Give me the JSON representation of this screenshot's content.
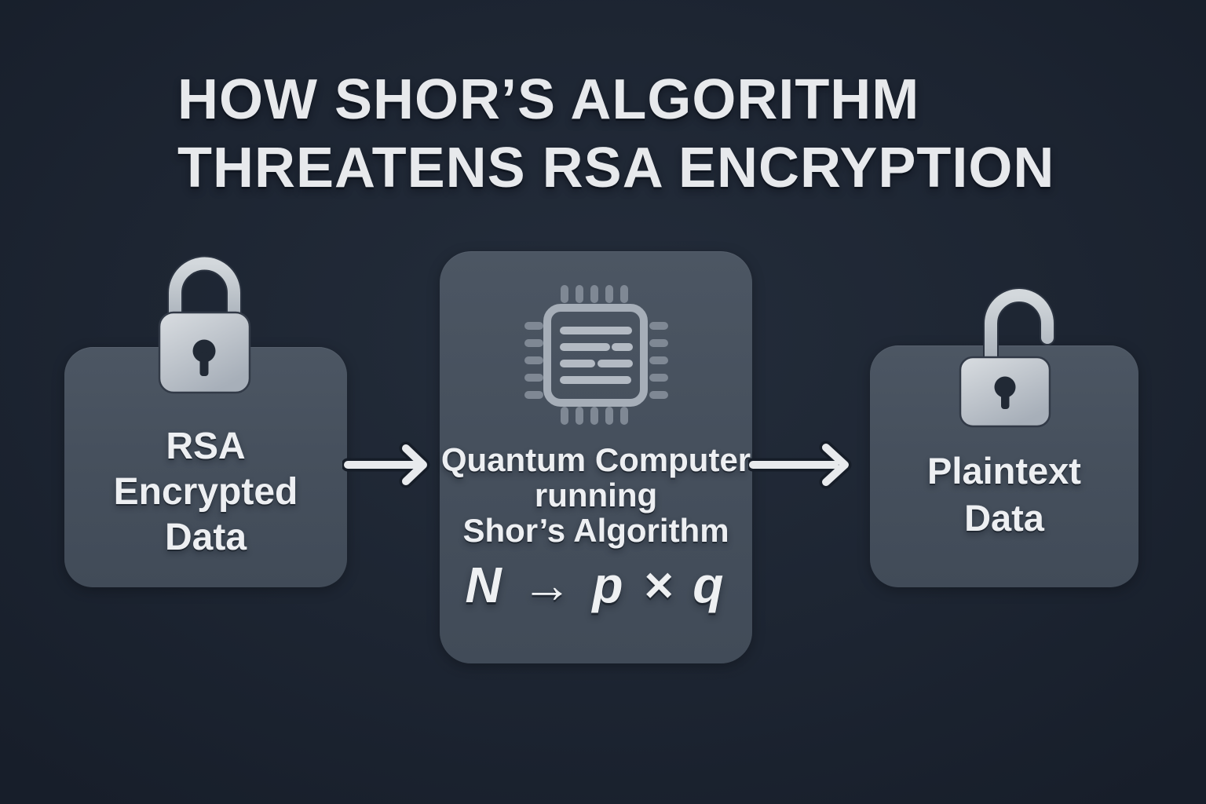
{
  "title": {
    "text": "HOW SHOR’S ALGORITHM\nTHREATENS RSA ENCRYPTION"
  },
  "diagram": {
    "nodes": [
      {
        "id": "rsa-encrypted-data",
        "label": "RSA\nEncrypted\nData",
        "icon": "lock-closed-icon"
      },
      {
        "id": "quantum-computer",
        "label": "Quantum Computer\nrunning\nShor’s Algorithm",
        "formula": "N → p × q",
        "icon": "cpu-chip-icon"
      },
      {
        "id": "plaintext-data",
        "label": "Plaintext\nData",
        "icon": "lock-open-icon"
      }
    ],
    "arrows": [
      {
        "id": "arrow-encrypted-to-quantum",
        "icon": "arrow-right-icon"
      },
      {
        "id": "arrow-quantum-to-plaintext",
        "icon": "arrow-right-icon"
      }
    ]
  },
  "colors": {
    "background": "#1d2532",
    "box_fill": "#46505d",
    "text": "#edeff2",
    "lock_light": "#d6dade",
    "lock_dark": "#a9b1ba",
    "keyhole": "#212935",
    "chip_frame": "#a6aeb8",
    "chip_pins": "#7f8894",
    "chip_lines": "#b3bac3",
    "arrow": "#e8eaed"
  }
}
